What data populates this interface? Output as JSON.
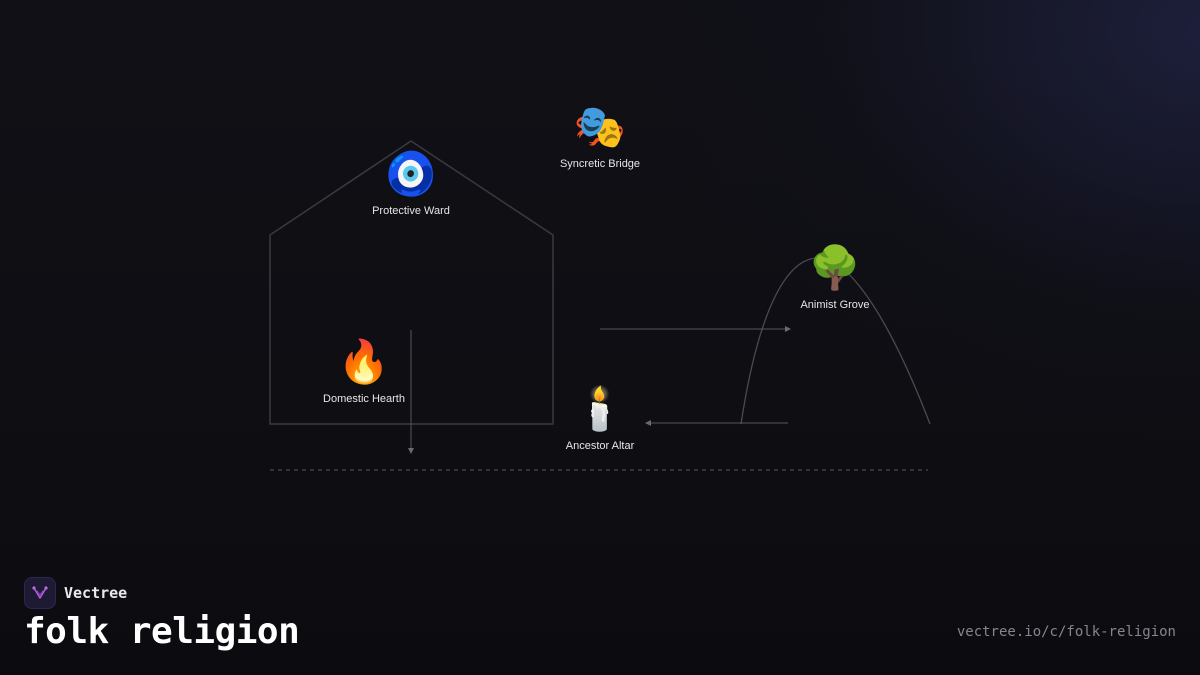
{
  "brand": {
    "name": "Vectree",
    "logo_icon": "vectree-fork-icon",
    "logo_color": "#b05bd8"
  },
  "title": "folk religion",
  "url": "vectree.io/c/folk-religion",
  "colors": {
    "background": "#0f0f14",
    "line": "#4a4a52",
    "label": "#e6e6ea"
  },
  "nodes": {
    "protective_ward": {
      "label": "Protective Ward",
      "emoji": "🧿",
      "icon": "nazar-amulet-icon"
    },
    "syncretic_bridge": {
      "label": "Syncretic Bridge",
      "emoji": "🎭",
      "icon": "theater-masks-icon"
    },
    "animist_grove": {
      "label": "Animist Grove",
      "emoji": "🌳",
      "icon": "tree-icon"
    },
    "domestic_hearth": {
      "label": "Domestic Hearth",
      "emoji": "🔥",
      "icon": "fire-icon"
    },
    "ancestor_altar": {
      "label": "Ancestor Altar",
      "emoji": "🕯️",
      "icon": "candle-icon"
    }
  }
}
